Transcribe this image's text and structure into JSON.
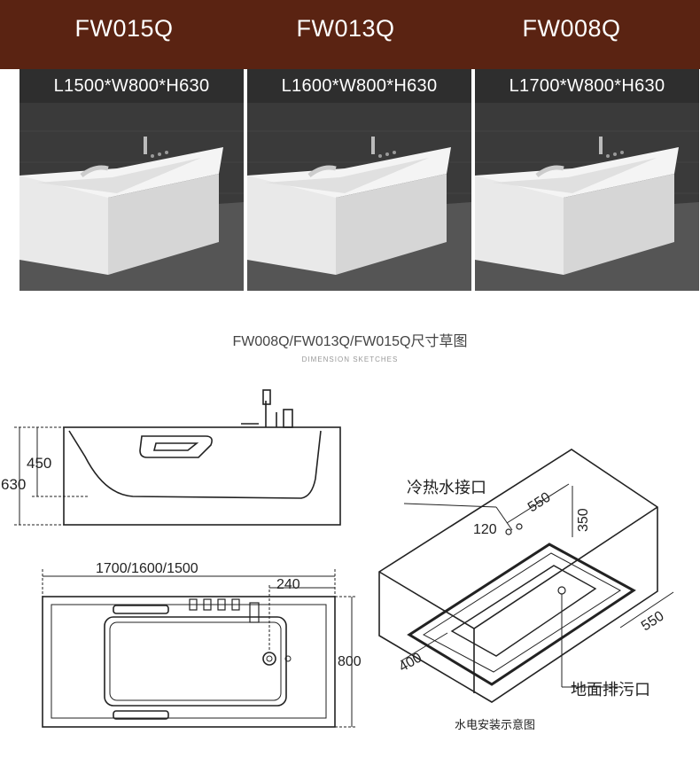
{
  "products": [
    {
      "model": "FW015Q",
      "dimensions": "L1500*W800*H630"
    },
    {
      "model": "FW013Q",
      "dimensions": "L1600*W800*H630"
    },
    {
      "model": "FW008Q",
      "dimensions": "L1700*W800*H630"
    }
  ],
  "sketch": {
    "title": "FW008Q/FW013Q/FW015Q尺寸草图",
    "subtitle": "DIMENSION SKETCHES"
  },
  "side_view": {
    "inner_height": "450",
    "total_height": "630"
  },
  "top_view": {
    "length": "1700/1600/1500",
    "offset": "240",
    "width": "800"
  },
  "installation": {
    "water_inlet": "冷热水接口",
    "inlet_offset": "120",
    "inlet_distance": "550",
    "inlet_height": "350",
    "depth": "550",
    "front": "400",
    "floor_drain": "地面排污口",
    "caption": "水电安装示意图"
  },
  "colors": {
    "banner": "#5a2312",
    "line": "#222222"
  }
}
